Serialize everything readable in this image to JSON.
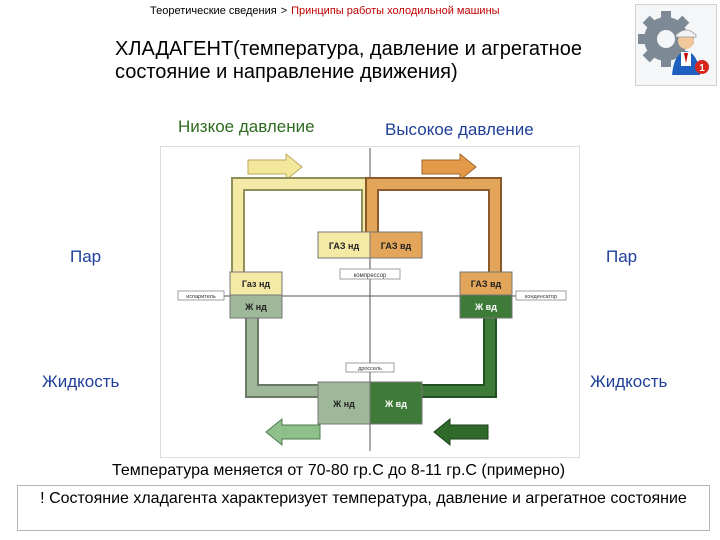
{
  "breadcrumb": {
    "section": "Теоретические сведения",
    "separator": ">",
    "current": "Принципы работы холодильной машины"
  },
  "title": "ХЛАДАГЕНТ(температура, давление и агрегатное состояние и направление движения)",
  "labels": {
    "low_pressure": "Низкое давление",
    "high_pressure": "Высокое давление",
    "vapor_left": "Пар",
    "vapor_right": "Пар",
    "liquid_left": "Жидкость",
    "liquid_right": "Жидкость"
  },
  "diagram": {
    "gas_low_top": "ГАЗ нд",
    "gas_high_top": "ГАЗ вд",
    "gas_low_left": "Газ нд",
    "liquid_low_left": "Ж нд",
    "gas_high_right": "ГАЗ вд",
    "liquid_high_right": "Ж вд",
    "liquid_low_bottom": "Ж нд",
    "liquid_high_bottom": "Ж вд",
    "compressor": "компрессор",
    "evaporator": "испаритель",
    "condenser": "конденсатор",
    "expansion_valve": "дроссель",
    "colors": {
      "gas_low": "#f4eaa6",
      "gas_high": "#e2a55a",
      "liquid_low": "#9fb89a",
      "liquid_high": "#3e7a38",
      "arrow_top_left": "#f3e79c",
      "arrow_top_right": "#e39a48",
      "arrow_bottom_left": "#8fc08c",
      "arrow_bottom_right": "#2f6a2a"
    }
  },
  "notes": {
    "temperature": "Температура меняется от 70-80 гр.С до 8-11 гр.С (примерно)",
    "state": "! Состояние хладагента характеризует температура, давление и агрегатное состояние"
  }
}
